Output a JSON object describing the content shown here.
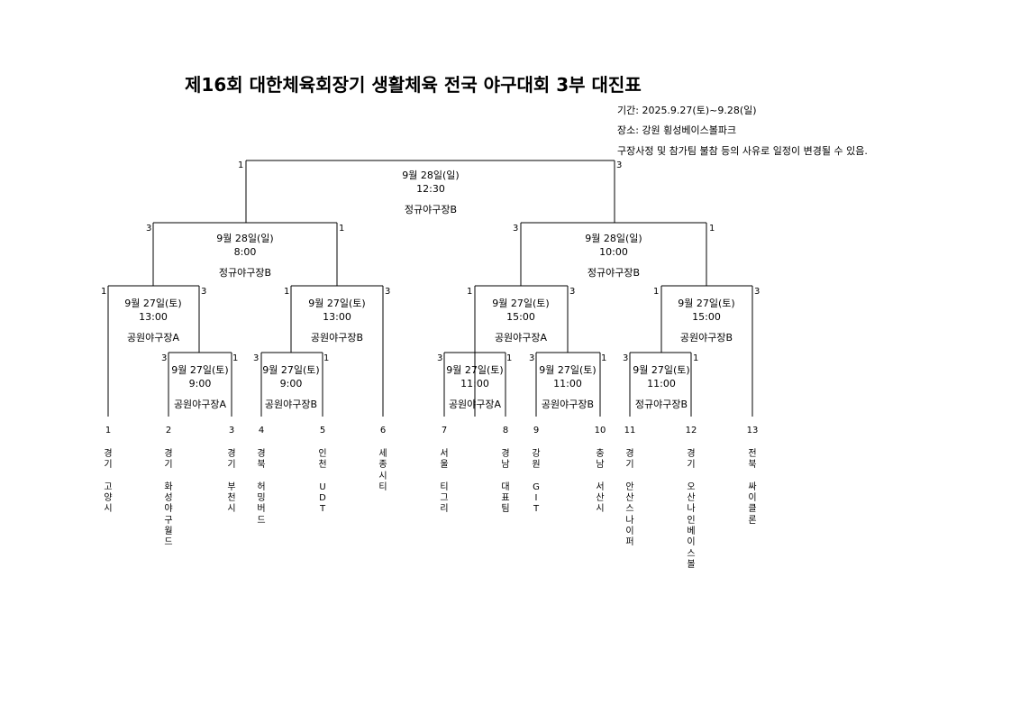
{
  "title": "제16회 대한체육회장기 생활체육 전국 야구대회 3부 대진표",
  "info": {
    "period": "기간: 2025.9.27(토)~9.28(일)",
    "venue": "장소: 강원 횡성베이스볼파크",
    "notice": "구장사정 및 참가팀 불참 등의 사유로 일정이 변경될 수 있음."
  },
  "matches": {
    "final": {
      "date": "9월 28일(일)",
      "time": "12:30",
      "venue": "정규야구장B",
      "left_score": "1",
      "right_score": "3"
    },
    "sf_left": {
      "date": "9월 28일(일)",
      "time": "8:00",
      "venue": "정규야구장B",
      "left_score": "3",
      "right_score": "1"
    },
    "sf_right": {
      "date": "9월 28일(일)",
      "time": "10:00",
      "venue": "정규야구장B",
      "left_score": "3",
      "right_score": "1"
    },
    "qf1": {
      "date": "9월 27일(토)",
      "time": "13:00",
      "venue": "공원야구장A",
      "left_score": "1",
      "right_score": "3"
    },
    "qf2": {
      "date": "9월 27일(토)",
      "time": "13:00",
      "venue": "공원야구장B",
      "left_score": "1",
      "right_score": "3"
    },
    "qf3": {
      "date": "9월 27일(토)",
      "time": "15:00",
      "venue": "공원야구장A",
      "left_score": "1",
      "right_score": "3"
    },
    "qf4": {
      "date": "9월 27일(토)",
      "time": "15:00",
      "venue": "공원야구장B",
      "left_score": "1",
      "right_score": "3"
    },
    "r1a": {
      "date": "9월 27일(토)",
      "time": "9:00",
      "venue": "공원야구장A",
      "left_score": "3",
      "right_score": "1"
    },
    "r1b": {
      "date": "9월 27일(토)",
      "time": "9:00",
      "venue": "공원야구장B",
      "left_score": "3",
      "right_score": "1"
    },
    "r1c": {
      "date": "9월 27일(토)",
      "time": "11:00",
      "venue": "공원야구장A",
      "left_score": "3",
      "right_score": "1"
    },
    "r1d": {
      "date": "9월 27일(토)",
      "time": "11:00",
      "venue": "공원야구장B",
      "left_score": "3",
      "right_score": "1"
    },
    "r1e": {
      "date": "9월 27일(토)",
      "time": "11:00",
      "venue": "정규야구장B",
      "left_score": "3",
      "right_score": "1"
    }
  },
  "teams": [
    {
      "num": "1",
      "region": [
        "경",
        "기"
      ],
      "name": [
        "고",
        "양",
        "시"
      ]
    },
    {
      "num": "2",
      "region": [
        "경",
        "기"
      ],
      "name": [
        "화",
        "성",
        "야",
        "구",
        "월",
        "드"
      ]
    },
    {
      "num": "3",
      "region": [
        "경",
        "기"
      ],
      "name": [
        "부",
        "천",
        "시"
      ]
    },
    {
      "num": "4",
      "region": [
        "경",
        "북"
      ],
      "name": [
        "허",
        "밍",
        "버",
        "드"
      ]
    },
    {
      "num": "5",
      "region": [
        "인",
        "천"
      ],
      "name": [
        "U",
        "D",
        "T"
      ]
    },
    {
      "num": "6",
      "region": [
        "세",
        "종",
        "시",
        "티"
      ],
      "name": []
    },
    {
      "num": "7",
      "region": [
        "서",
        "울"
      ],
      "name": [
        "티",
        "그",
        "리"
      ]
    },
    {
      "num": "8",
      "region": [
        "경",
        "남"
      ],
      "name": [
        "대",
        "표",
        "팀"
      ]
    },
    {
      "num": "9",
      "region": [
        "강",
        "원"
      ],
      "name": [
        "G",
        "I",
        "T"
      ]
    },
    {
      "num": "10",
      "region": [
        "충",
        "남"
      ],
      "name": [
        "서",
        "산",
        "시"
      ]
    },
    {
      "num": "11",
      "region": [
        "경",
        "기"
      ],
      "name": [
        "안",
        "산",
        "스",
        "나",
        "이",
        "퍼"
      ]
    },
    {
      "num": "12",
      "region": [
        "경",
        "기"
      ],
      "name": [
        "오",
        "산",
        "나",
        "인",
        "베",
        "이",
        "스",
        "볼"
      ]
    },
    {
      "num": "13",
      "region": [
        "전",
        "북"
      ],
      "name": [
        "싸",
        "이",
        "클",
        "론"
      ]
    }
  ]
}
